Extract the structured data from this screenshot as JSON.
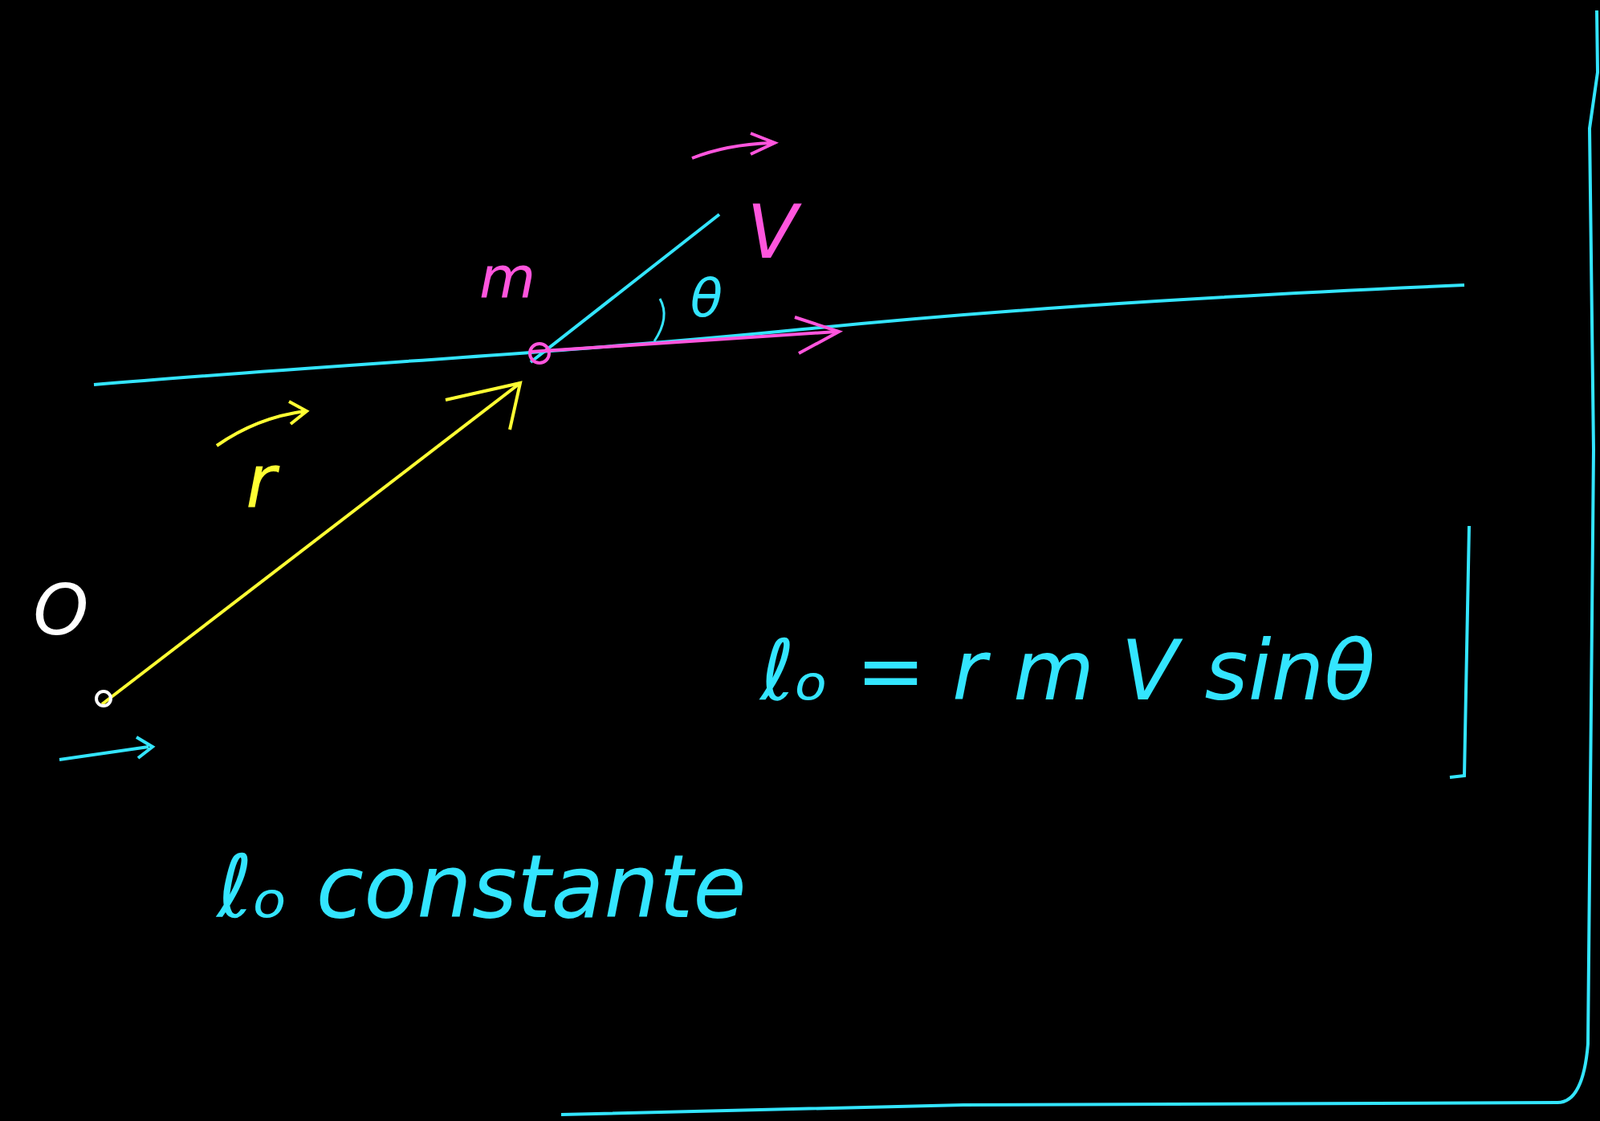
{
  "diagram": {
    "labels": [
      "O",
      "m",
      "V",
      "r",
      "θ",
      "ℓₒ = r m V sinθ",
      "ℓₒ constante"
    ]
  }
}
